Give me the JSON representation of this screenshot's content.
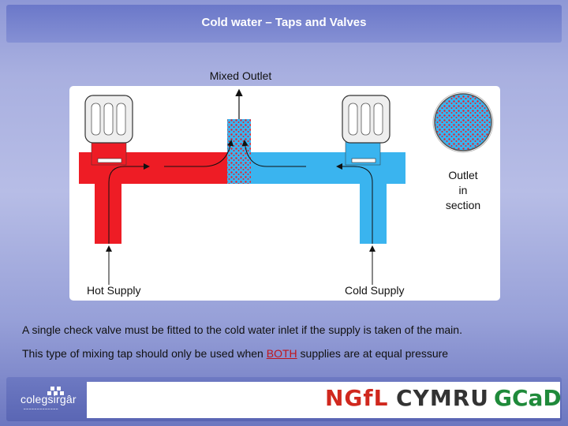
{
  "slide": {
    "title": "Cold water – Taps and Valves"
  },
  "diagram": {
    "mixed_outlet_label": "Mixed Outlet",
    "outlet_section_label_line1": "Outlet",
    "outlet_section_label_line2": "in",
    "outlet_section_label_line3": "section",
    "hot_supply_label": "Hot Supply",
    "cold_supply_label": "Cold Supply",
    "colors": {
      "hot": "#ee1c25",
      "cold": "#3ab4ef"
    }
  },
  "notes": {
    "line1": "A single check valve must be fitted to the cold water inlet if the supply is taken of the main.",
    "line2_before": "This type of mixing tap should only be used when ",
    "line2_emphasis": "BOTH",
    "line2_after": " supplies are at equal pressure"
  },
  "footer": {
    "college_logo_text": "colegsirgâr",
    "logo_ngfl": "NGfL",
    "logo_cymru": "CYMRU",
    "logo_gcad": "GCaD"
  }
}
